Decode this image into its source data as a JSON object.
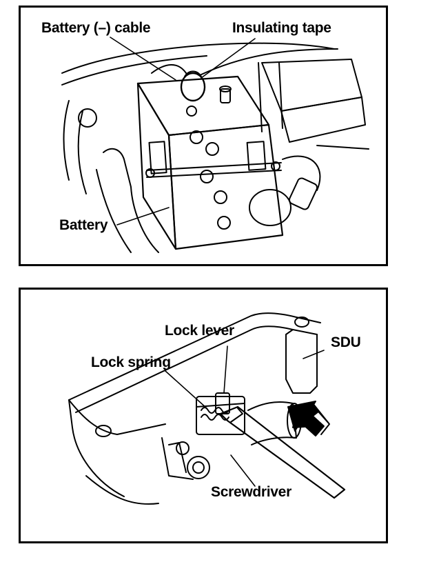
{
  "figures": {
    "battery": {
      "labels": {
        "battery_cable": "Battery (–) cable",
        "insulating_tape": "Insulating tape",
        "battery": "Battery"
      }
    },
    "sdu": {
      "labels": {
        "lock_lever": "Lock lever",
        "lock_spring": "Lock spring",
        "sdu": "SDU",
        "screwdriver": "Screwdriver"
      }
    }
  }
}
